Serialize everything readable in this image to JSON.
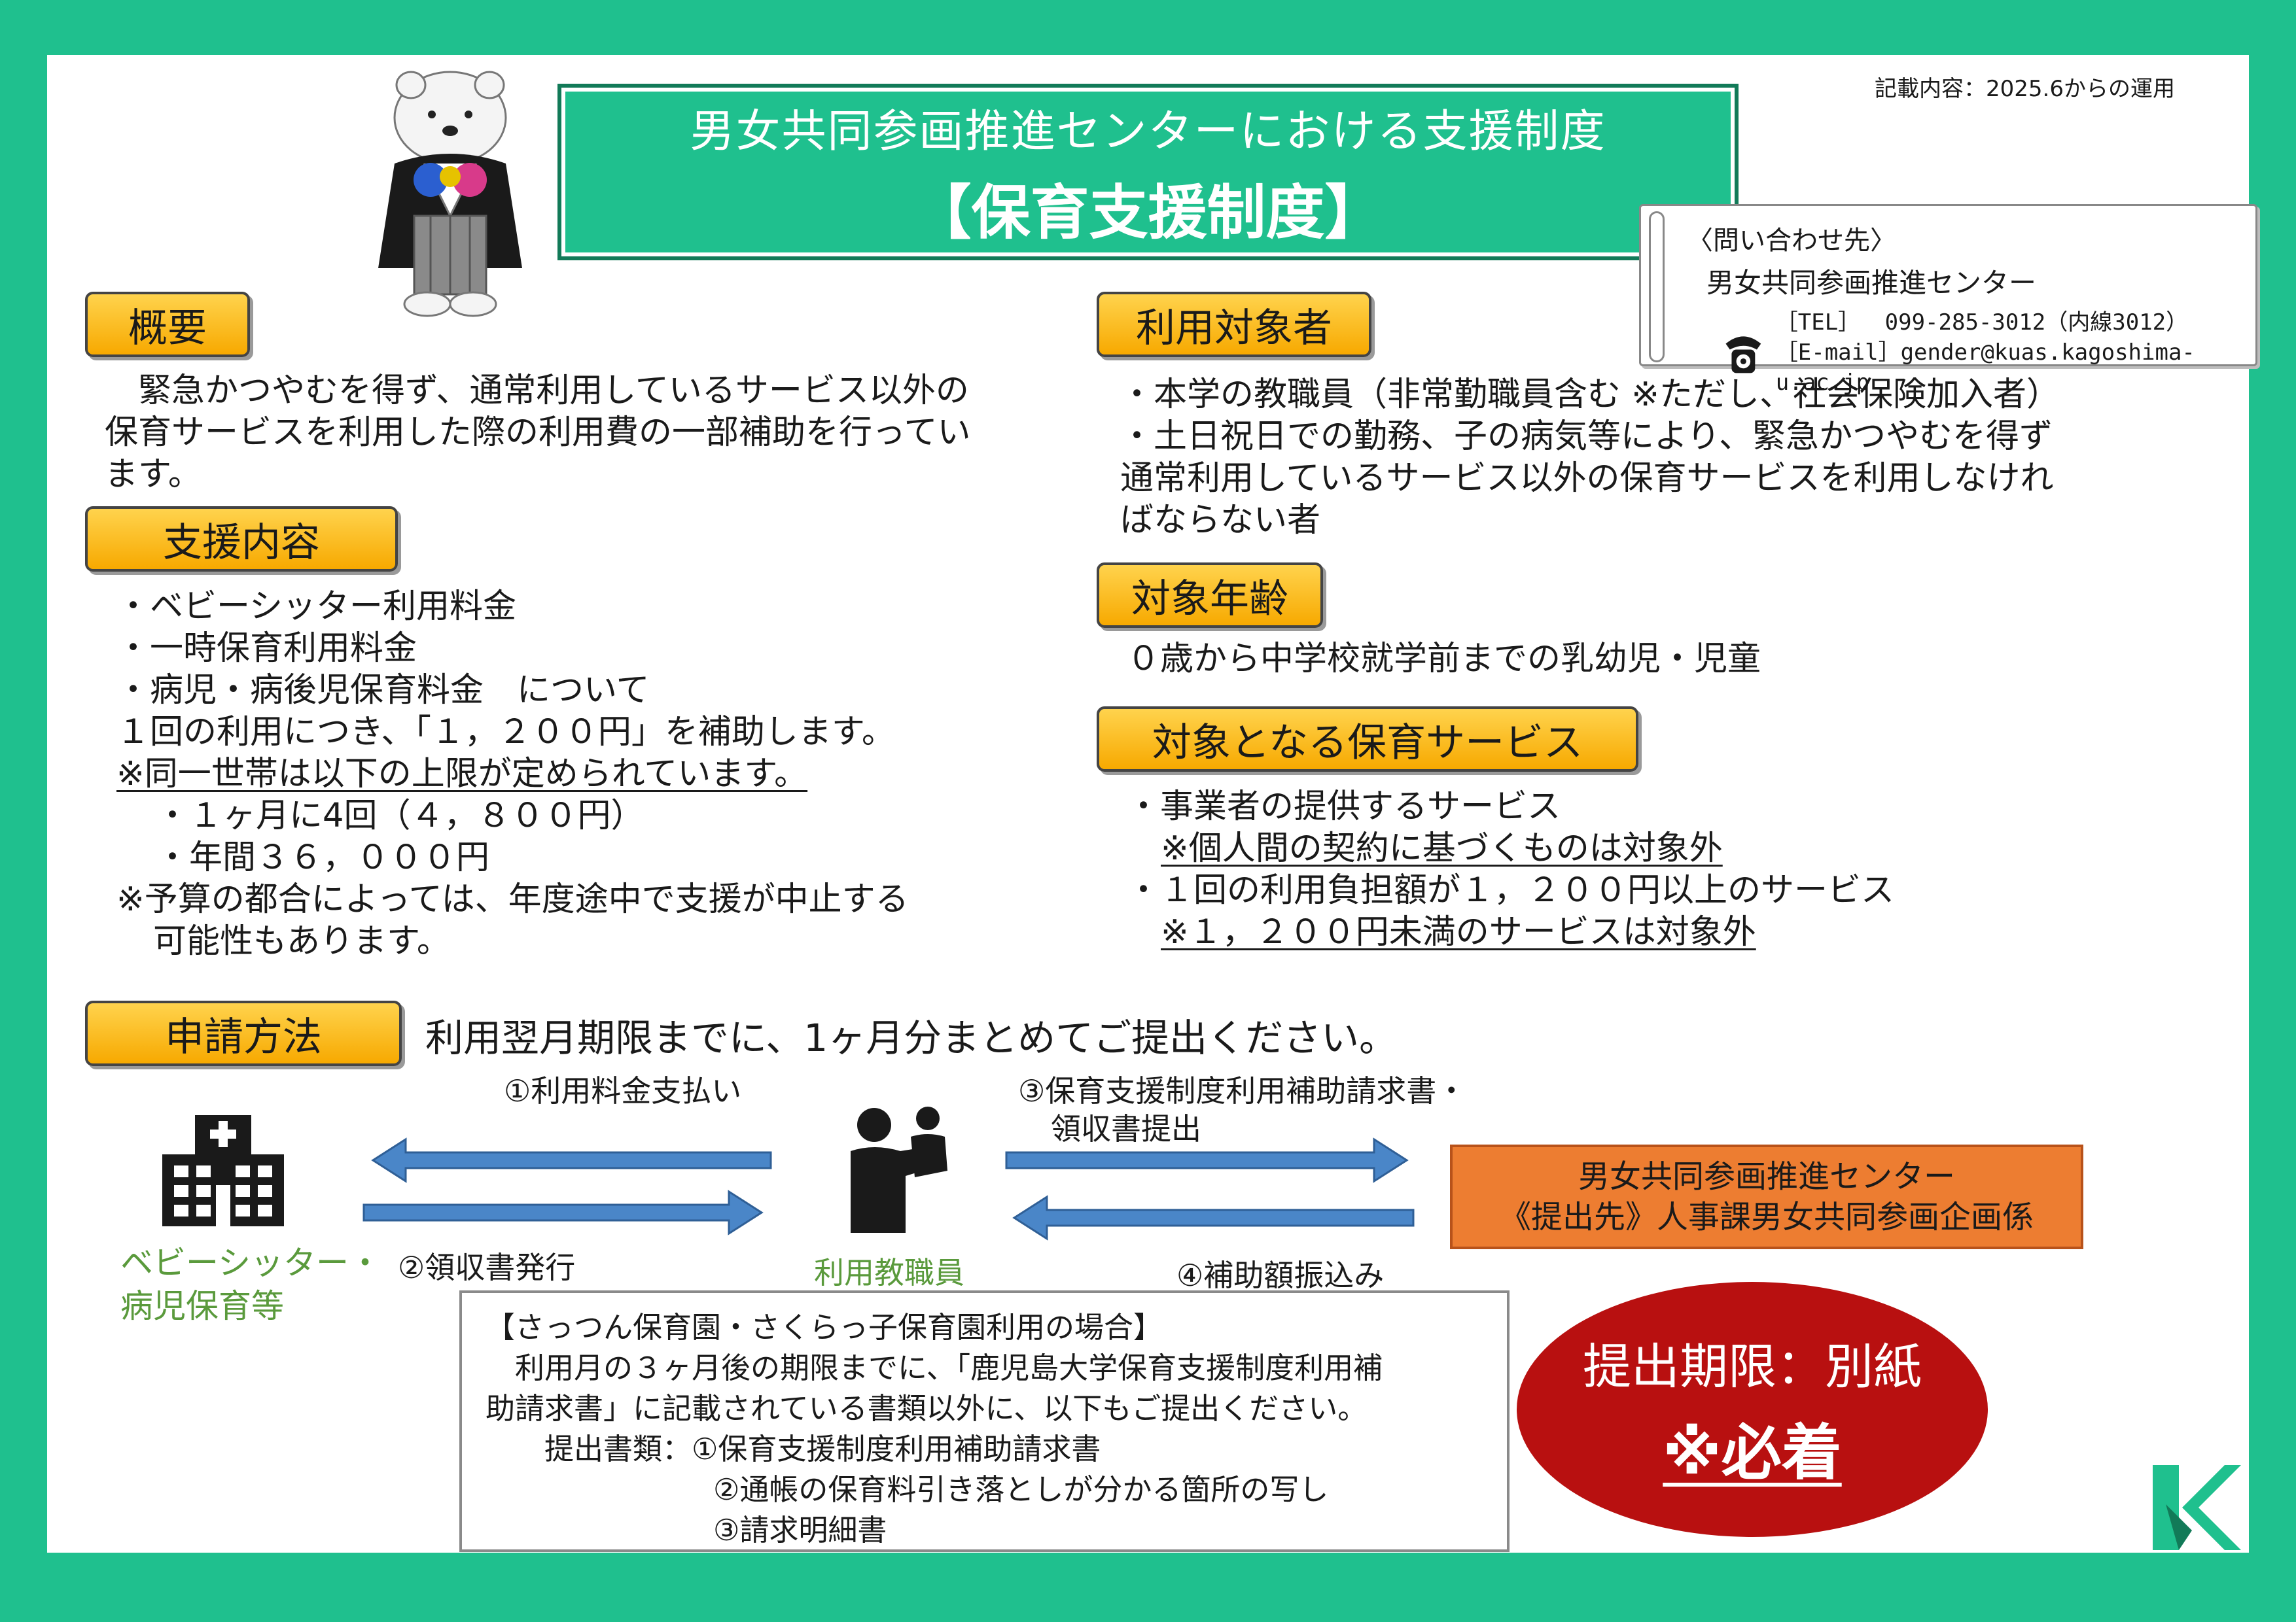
{
  "note_top": "記載内容：2025.6からの運用",
  "title": {
    "line1": "男女共同参画推進センターにおける支援制度",
    "line2": "【保育支援制度】"
  },
  "contact": {
    "heading": "〈問い合わせ先〉",
    "org": "男女共同参画推進センター",
    "tel": "［TEL］　 099-285-3012（内線3012）",
    "email": "［E-mail］gender@kuas.kagoshima-u.ac.jp",
    "icon": "telephone-icon"
  },
  "overview": {
    "label": "概要",
    "lines": [
      "　緊急かつやむを得ず、通常利用しているサービス以外の",
      "保育サービスを利用した際の利用費の一部補助を行ってい",
      "ます。"
    ]
  },
  "support": {
    "label": "支援内容",
    "items": [
      "・ベビーシッター利用料金",
      "・一時保育利用料金",
      "・病児・病後児保育料金　について"
    ],
    "subsidy": "１回の利用につき、「１，２００円」を補助します。",
    "limit_note": "※同一世帯は以下の上限が定められています。",
    "limits": [
      "・１ヶ月に4回（４，８００円）",
      "・年間３６，０００円"
    ],
    "budget_note_1": "※予算の都合によっては、年度途中で支援が中止する",
    "budget_note_2": "可能性もあります。"
  },
  "eligible": {
    "label": "利用対象者",
    "lines": [
      "・本学の教職員（非常勤職員含む ※ただし、社会保険加入者）",
      "・土日祝日での勤務、子の病気等により、緊急かつやむを得ず",
      "通常利用しているサービス以外の保育サービスを利用しなけれ",
      "ばならない者"
    ]
  },
  "age": {
    "label": "対象年齢",
    "text": "０歳から中学校就学前までの乳幼児・児童"
  },
  "services": {
    "label": "対象となる保育サービス",
    "line1": "・事業者の提供するサービス",
    "line2": "※個人間の契約に基づくものは対象外",
    "line3": "・１回の利用負担額が１，２００円以上のサービス",
    "line4": "※１，２００円未満のサービスは対象外"
  },
  "apply": {
    "label": "申請方法",
    "heading": "利用翌月期限までに、1ヶ月分まとめてご提出ください。",
    "step1": "①利用料金支払い",
    "step2": "②領収書発行",
    "step3_1": "③保育支援制度利用補助請求書・",
    "step3_2": "領収書提出",
    "step4": "④補助額振込み",
    "provider_1": "ベビーシッター・",
    "provider_2": "病児保育等",
    "staff": "利用教職員",
    "center_1": "男女共同参画推進センター",
    "center_2": "《提出先》人事課男女共同参画企画係"
  },
  "notice": {
    "title": "【さっつん保育園・さくらっ子保育園利用の場合】",
    "line1": "　利用月の３ヶ月後の期限までに、「鹿児島大学保育支援制度利用補",
    "line2": "助請求書」に記載されている書類以外に、以下もご提出ください。",
    "docs_label": "　　提出書類：①保育支援制度利用補助請求書",
    "doc2": "②通帳の保育料引き落としが分かる箇所の写し",
    "doc3": "③請求明細書"
  },
  "deadline": {
    "line1": "提出期限：別紙",
    "line2": "※必着"
  },
  "colors": {
    "frame": "#1fc08e",
    "label": "#f7a900",
    "arrow": "#4a86c8",
    "center_box": "#ed7d31",
    "deadline": "#b81010"
  }
}
